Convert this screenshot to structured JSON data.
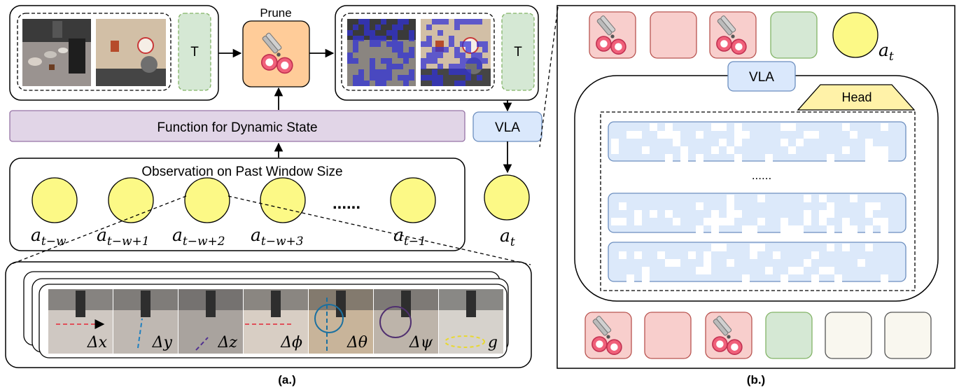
{
  "panel_a": {
    "top_left_token": "T",
    "prune_label": "Prune",
    "top_right_token": "T",
    "dynamic_state_label": "Function for Dynamic State",
    "vla_label": "VLA",
    "observation_title": "Observation on Past Window Size",
    "past_actions": [
      {
        "base": "a",
        "sub": "t−w"
      },
      {
        "base": "a",
        "sub": "t−w+1"
      },
      {
        "base": "a",
        "sub": "t−w+2"
      },
      {
        "base": "a",
        "sub": "t−w+3"
      },
      {
        "base": "a",
        "sub": "t−1"
      }
    ],
    "ellipsis": "......",
    "output_action": {
      "base": "a",
      "sub": "t"
    },
    "dof_labels": [
      "Δx",
      "Δy",
      "Δz",
      "Δϕ",
      "Δθ",
      "Δψ",
      "g"
    ],
    "caption": "(a.)"
  },
  "panel_b": {
    "output_action": {
      "base": "a",
      "sub": "t"
    },
    "vla_label": "VLA",
    "head_label": "Head",
    "ellipsis": "......",
    "caption": "(b.)"
  },
  "colors": {
    "action_yellow": "#fcf986",
    "prune_orange": "#ffcc99",
    "pruned_red": "#f8cecc",
    "text_green": "#d5e8d4",
    "vla_blue": "#dae8fc",
    "dynamic_purple": "#e1d5e7",
    "token_blue": "#dce9fa",
    "mask_blue": "#3030d8"
  }
}
